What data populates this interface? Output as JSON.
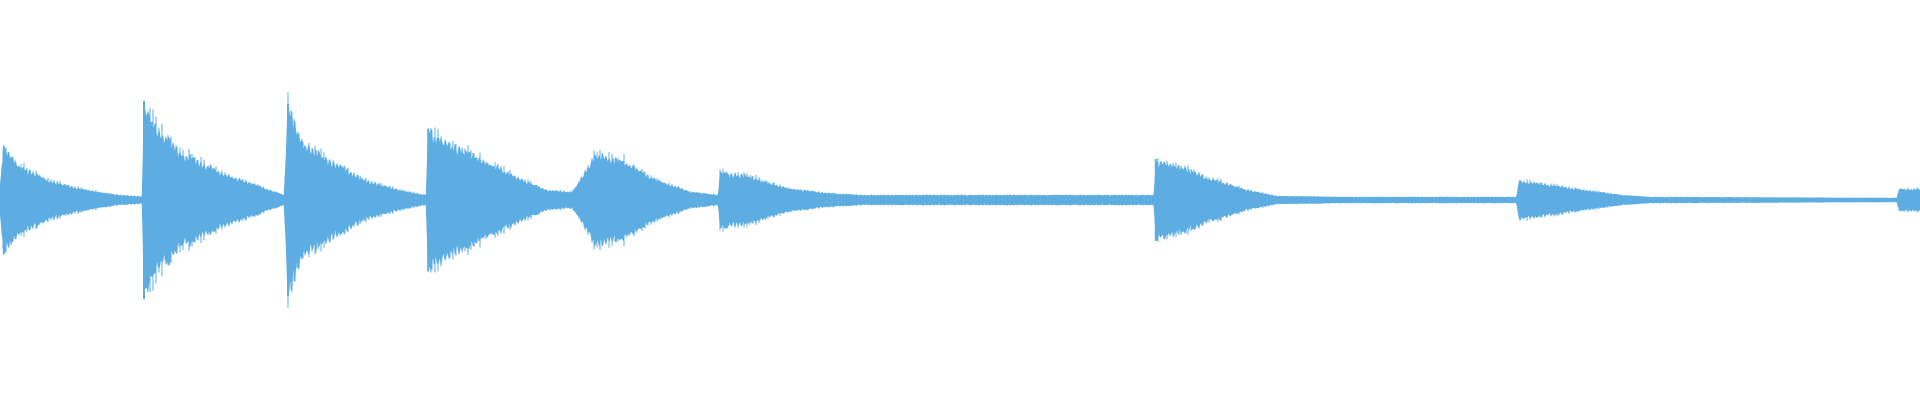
{
  "waveform": {
    "color": "#5dade2",
    "background": "#ffffff",
    "envelope": [
      [
        0.0,
        0.15
      ],
      [
        0.002,
        0.54
      ],
      [
        0.01,
        0.35
      ],
      [
        0.025,
        0.2
      ],
      [
        0.045,
        0.1
      ],
      [
        0.062,
        0.05
      ],
      [
        0.074,
        0.035
      ],
      [
        0.075,
        0.98
      ],
      [
        0.082,
        0.72
      ],
      [
        0.095,
        0.48
      ],
      [
        0.115,
        0.28
      ],
      [
        0.135,
        0.14
      ],
      [
        0.148,
        0.05
      ],
      [
        0.15,
        0.96
      ],
      [
        0.157,
        0.6
      ],
      [
        0.17,
        0.42
      ],
      [
        0.19,
        0.2
      ],
      [
        0.21,
        0.09
      ],
      [
        0.222,
        0.05
      ],
      [
        0.223,
        0.7
      ],
      [
        0.235,
        0.56
      ],
      [
        0.25,
        0.42
      ],
      [
        0.27,
        0.22
      ],
      [
        0.285,
        0.1
      ],
      [
        0.298,
        0.08
      ],
      [
        0.302,
        0.2
      ],
      [
        0.31,
        0.46
      ],
      [
        0.325,
        0.4
      ],
      [
        0.34,
        0.22
      ],
      [
        0.36,
        0.08
      ],
      [
        0.374,
        0.05
      ],
      [
        0.375,
        0.28
      ],
      [
        0.39,
        0.24
      ],
      [
        0.41,
        0.12
      ],
      [
        0.43,
        0.07
      ],
      [
        0.45,
        0.05
      ],
      [
        0.5,
        0.05
      ],
      [
        0.6,
        0.05
      ],
      [
        0.601,
        0.05
      ],
      [
        0.602,
        0.4
      ],
      [
        0.615,
        0.34
      ],
      [
        0.63,
        0.22
      ],
      [
        0.65,
        0.1
      ],
      [
        0.665,
        0.04
      ],
      [
        0.7,
        0.03
      ],
      [
        0.79,
        0.03
      ],
      [
        0.791,
        0.2
      ],
      [
        0.805,
        0.16
      ],
      [
        0.825,
        0.1
      ],
      [
        0.845,
        0.05
      ],
      [
        0.86,
        0.03
      ],
      [
        0.988,
        0.02
      ],
      [
        0.989,
        0.11
      ],
      [
        1.0,
        0.11
      ]
    ],
    "sharp_onsets": [
      0.002,
      0.075,
      0.15,
      0.223,
      0.602
    ]
  }
}
